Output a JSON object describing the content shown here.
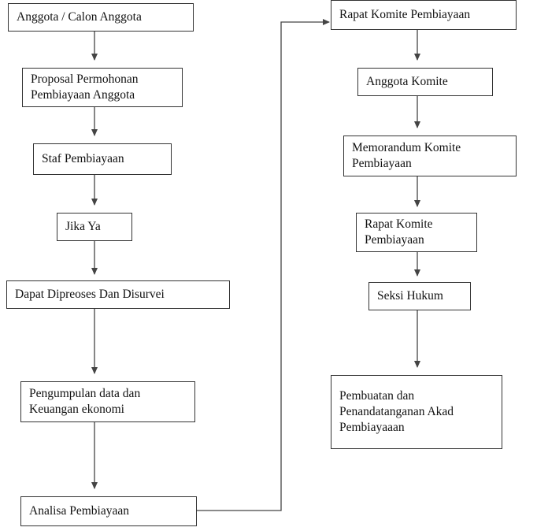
{
  "flowchart": {
    "left_column": [
      "Anggota / Calon Anggota",
      "Proposal Permohonan\nPembiayaan Anggota",
      "Staf Pembiayaan",
      "Jika Ya",
      "Dapat Dipreoses Dan Disurvei",
      "Pengumpulan data dan\nKeuangan ekonomi",
      "Analisa Pembiayaan"
    ],
    "right_column": [
      "Rapat Komite Pembiayaan",
      "Anggota Komite",
      "Memorandum Komite\nPembiayaan",
      "Rapat Komite\nPembiayaan",
      "Seksi Hukum",
      "Pembuatan dan\nPenandatanganan Akad\nPembiayaaan"
    ]
  }
}
